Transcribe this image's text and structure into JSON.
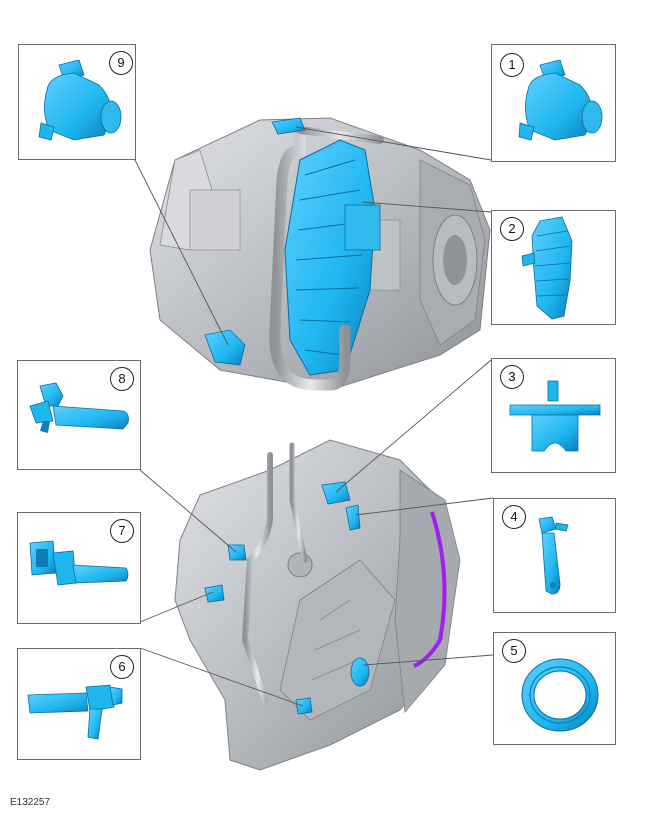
{
  "figure": {
    "reference_code": "E132257",
    "callouts": [
      "1",
      "2",
      "3",
      "4",
      "5",
      "6",
      "7",
      "8",
      "9"
    ]
  },
  "colors": {
    "part": "#1fb6f0",
    "part_dark": "#0c7fb8",
    "housing": "#c9ccd0",
    "housing_dark": "#8f9398",
    "accent": "#a020f0",
    "leader": "#555555",
    "border": "#6b6b6b"
  }
}
